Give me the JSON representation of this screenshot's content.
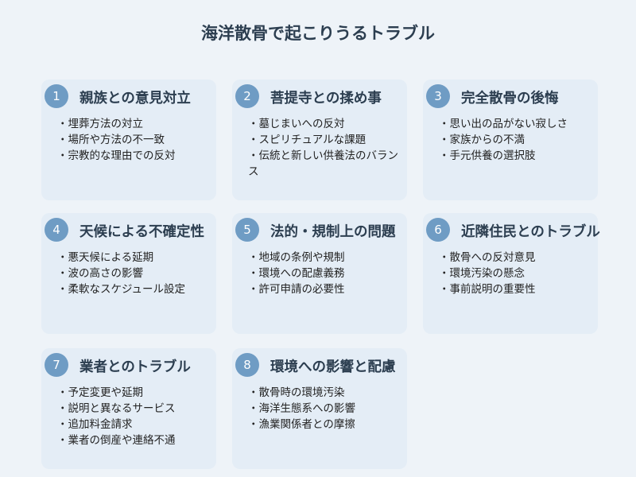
{
  "title": "海洋散骨で起こりうるトラブル",
  "colors": {
    "badge": "#6f9cc4",
    "card": "#e4edf6",
    "background": "#eef3f8"
  },
  "cards": [
    {
      "number": "1",
      "title": "親族との意見対立",
      "items": [
        "・埋葬方法の対立",
        "・場所や方法の不一致",
        "・宗教的な理由での反対"
      ]
    },
    {
      "number": "2",
      "title": "菩提寺との揉め事",
      "items": [
        "・墓じまいへの反対",
        "・スピリチュアルな課題",
        "・伝統と新しい供養法のバランス"
      ]
    },
    {
      "number": "3",
      "title": "完全散骨の後悔",
      "items": [
        "・思い出の品がない寂しさ",
        "・家族からの不満",
        "・手元供養の選択肢"
      ]
    },
    {
      "number": "4",
      "title": "天候による不確定性",
      "items": [
        "・悪天候による延期",
        "・波の高さの影響",
        "・柔軟なスケジュール設定"
      ]
    },
    {
      "number": "5",
      "title": "法的・規制上の問題",
      "items": [
        "・地域の条例や規制",
        "・環境への配慮義務",
        "・許可申請の必要性"
      ]
    },
    {
      "number": "6",
      "title": "近隣住民とのトラブル",
      "items": [
        "・散骨への反対意見",
        "・環境汚染の懸念",
        "・事前説明の重要性"
      ]
    },
    {
      "number": "7",
      "title": "業者とのトラブル",
      "items": [
        "・予定変更や延期",
        "・説明と異なるサービス",
        "・追加料金請求",
        "・業者の倒産や連絡不通"
      ]
    },
    {
      "number": "8",
      "title": "環境への影響と配慮",
      "items": [
        "・散骨時の環境汚染",
        "・海洋生態系への影響",
        "・漁業関係者との摩擦"
      ]
    }
  ]
}
